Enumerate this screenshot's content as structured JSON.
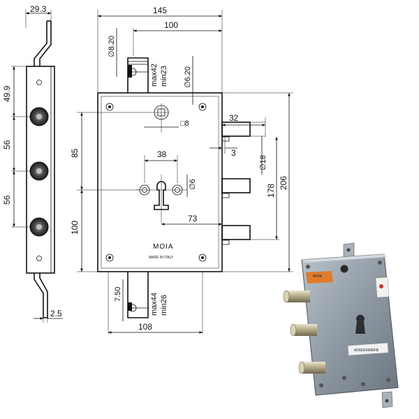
{
  "side_view": {
    "width_label": "29.3",
    "spacing_top": "49.9",
    "spacing_mid": "56",
    "spacing_low": "56",
    "thickness": "2.5"
  },
  "front_view": {
    "overall_width": "145",
    "top_hole_span": "100",
    "top_slot_diameter": "∅8.20",
    "top_tab_range": [
      "max42",
      "min23"
    ],
    "top_hole_diameter": "∅6.20",
    "spindle_square": "□8",
    "bolt_throw": "32",
    "bolt_gap": "3",
    "bolt_diameter": "∅18",
    "height_bolt_span": "178",
    "overall_height": "206",
    "cylinder_height": "85",
    "cylinder_screw_spacing": "38",
    "cylinder_screw_diameter": "∅6",
    "backset": "73",
    "lower_height": "100",
    "brand": "MOIA",
    "made_in": "MADE IN ITALY",
    "bottom_slot_width": "7.50",
    "bottom_tab_range": [
      "max44",
      "min26"
    ],
    "bottom_width": "108"
  },
  "product_photo": {
    "brand_label": "MOIA",
    "model_label": "AD663/060RFB"
  }
}
